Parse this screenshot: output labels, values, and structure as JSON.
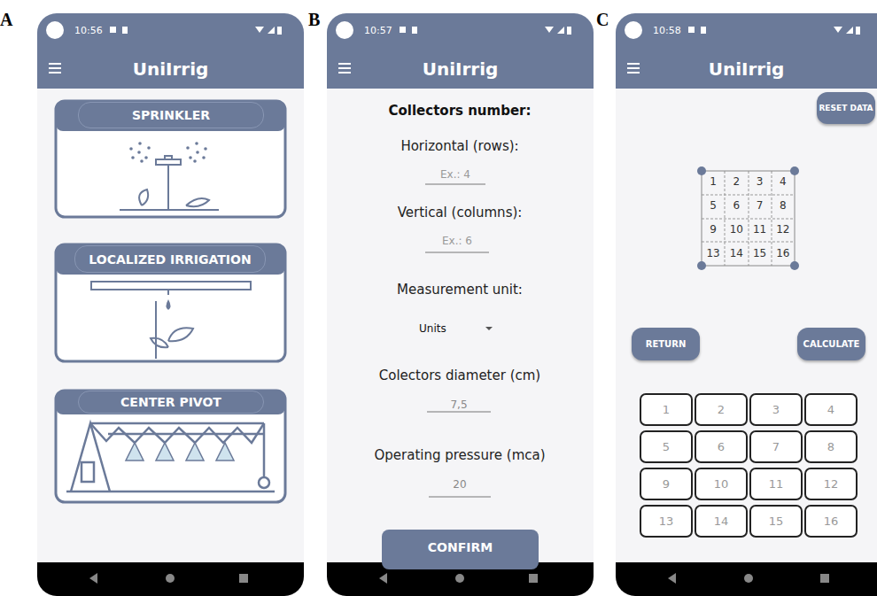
{
  "diagram": {
    "nodes": [
      {
        "text": [
          "UniIrrig"
        ]
      },
      {
        "text": [
          "SPRINKLER"
        ]
      },
      {
        "text": [
          "LOCALIZED IRRIGATION"
        ]
      },
      {
        "text": [
          "CENTER PIVOT"
        ]
      },
      {
        "text": [
          "UniIrrig"
        ]
      },
      {
        "text": [
          "CONFIRM"
        ]
      },
      {
        "text": [
          "UniIrrig"
        ]
      },
      {
        "text": [
          "RESET DATA"
        ]
      },
      {
        "text": [
          "RETURN"
        ]
      },
      {
        "text": [
          "CALCULATE"
        ]
      },
      {
        "text": [
          "1"
        ]
      },
      {
        "text": [
          "2"
        ]
      },
      {
        "text": [
          "3"
        ]
      },
      {
        "text": [
          "4"
        ]
      },
      {
        "text": [
          "5"
        ]
      },
      {
        "text": [
          "6"
        ]
      },
      {
        "text": [
          "7"
        ]
      },
      {
        "text": [
          "8"
        ]
      },
      {
        "text": [
          "9"
        ]
      },
      {
        "text": [
          "10"
        ]
      },
      {
        "text": [
          "11"
        ]
      },
      {
        "text": [
          "12"
        ]
      },
      {
        "text": [
          "13"
        ]
      },
      {
        "text": [
          "14"
        ]
      },
      {
        "text": [
          "15"
        ]
      },
      {
        "text": [
          "16"
        ]
      }
    ],
    "labels": [
      "A",
      "B",
      "C",
      "10:56",
      "10:57",
      "10:58",
      "Collectors number:",
      "Horizontal (rows):",
      "Ex.: 4",
      "Vertical (columns):",
      "Ex.: 6",
      "Measurement unit:",
      "Units",
      "Colectors diameter (cm)",
      "7,5",
      "Operating pressure (mca)",
      "20",
      "1",
      "2",
      "3",
      "4",
      "5",
      "6",
      "7",
      "8",
      "9",
      "10",
      "11",
      "12",
      "13",
      "14",
      "15",
      "16"
    ]
  }
}
